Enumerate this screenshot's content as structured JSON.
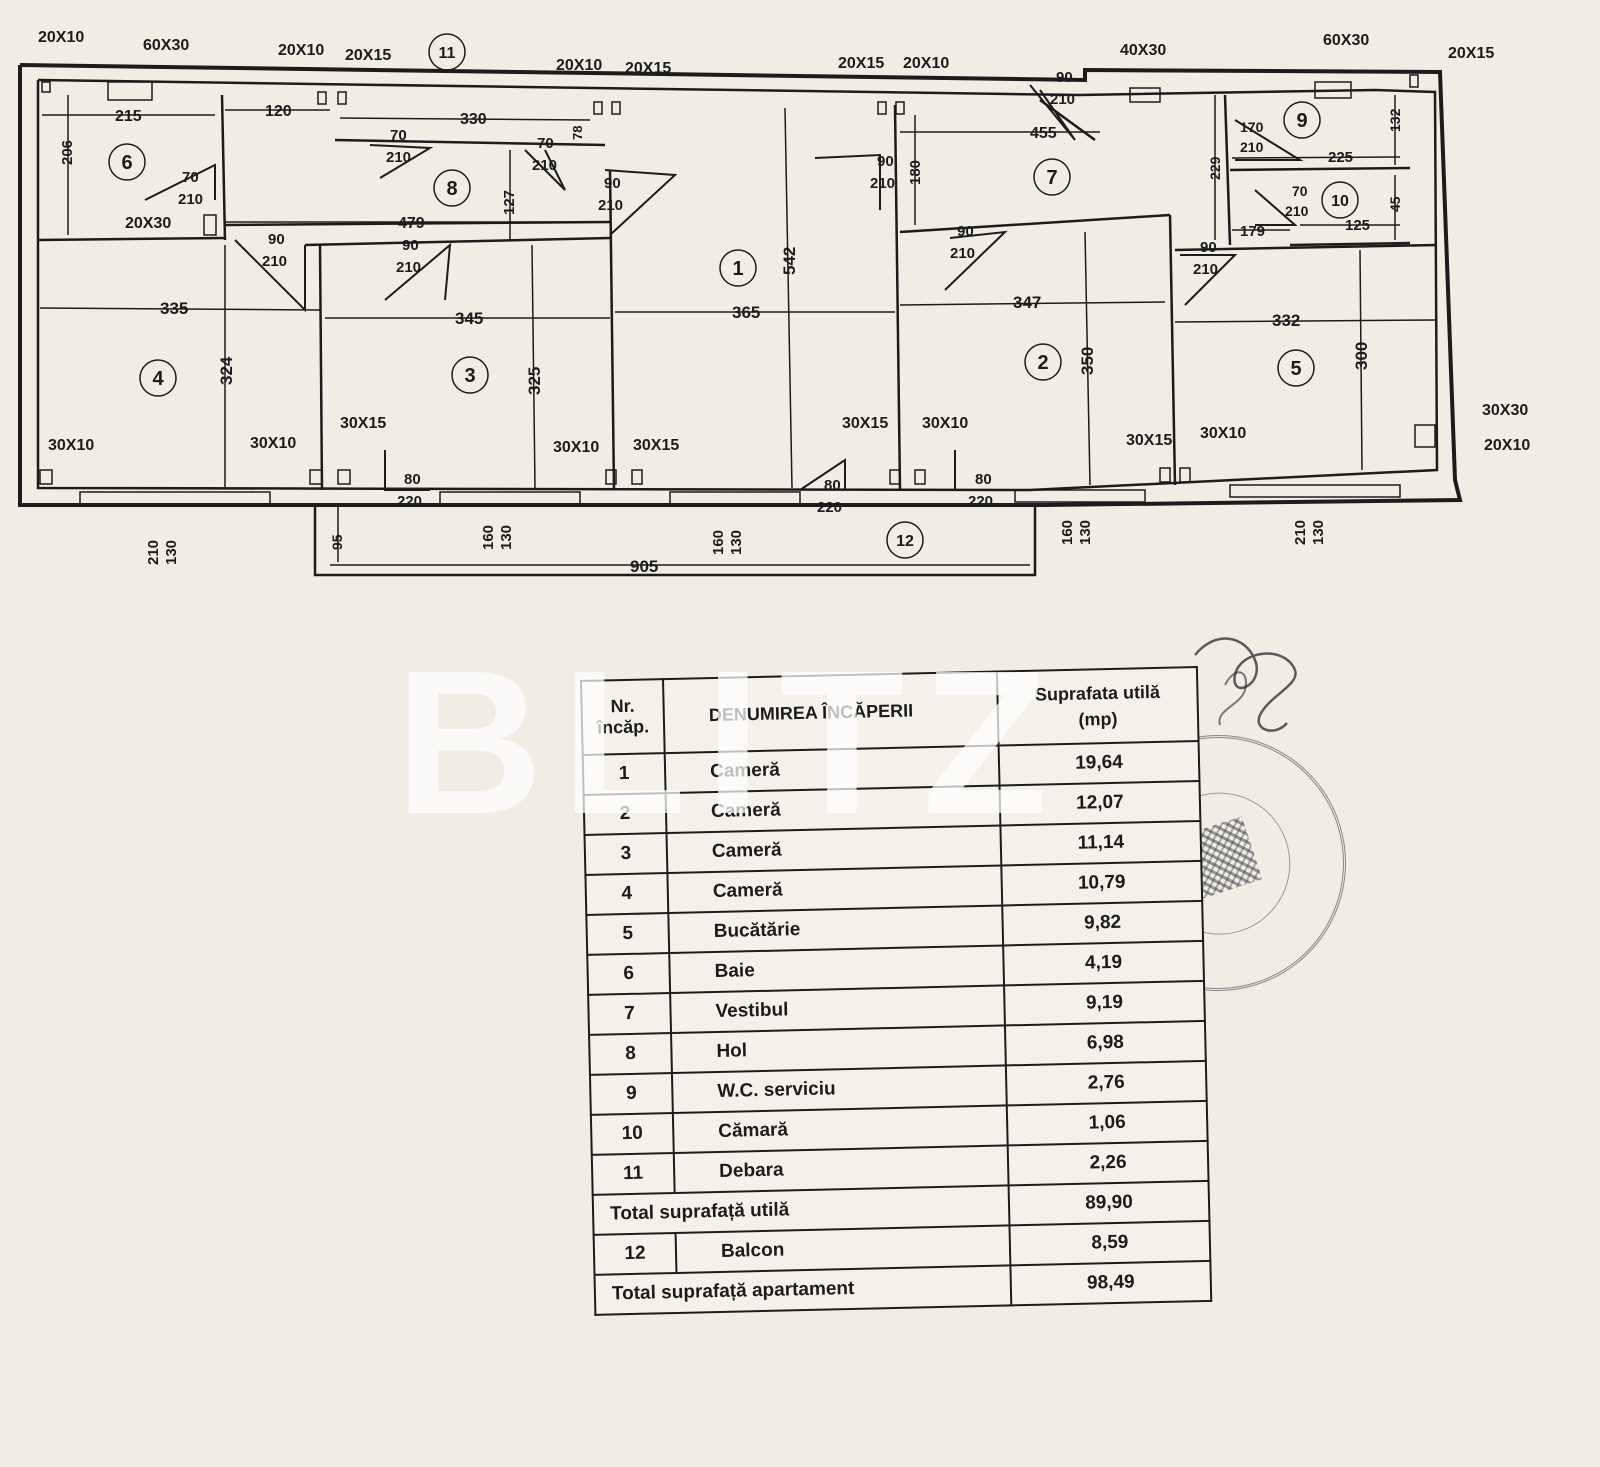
{
  "plan": {
    "rooms": [
      {
        "id": "room-1",
        "number": "1"
      },
      {
        "id": "room-2",
        "number": "2"
      },
      {
        "id": "room-3",
        "number": "3"
      },
      {
        "id": "room-4",
        "number": "4"
      },
      {
        "id": "room-5",
        "number": "5"
      },
      {
        "id": "room-6",
        "number": "6"
      },
      {
        "id": "room-7",
        "number": "7"
      },
      {
        "id": "room-8",
        "number": "8"
      },
      {
        "id": "room-9",
        "number": "9"
      },
      {
        "id": "room-10",
        "number": "10"
      },
      {
        "id": "room-11",
        "number": "11"
      },
      {
        "id": "room-12",
        "number": "12"
      }
    ],
    "dims": {
      "d_335": "335",
      "d_345": "345",
      "d_365": "365",
      "d_347": "347",
      "d_332": "332",
      "d_324": "324",
      "d_325": "325",
      "d_542": "542",
      "d_350": "350",
      "d_300": "300",
      "d_215": "215",
      "d_120": "120",
      "d_330": "330",
      "d_479": "479",
      "d_455": "455",
      "d_225": "225",
      "d_179": "179",
      "d_125": "125",
      "d_206": "206",
      "d_127": "127",
      "d_180": "180",
      "d_229": "229",
      "d_132": "132",
      "d_45": "45",
      "d_78": "78",
      "d_905": "905",
      "d_95": "95"
    },
    "doors": {
      "p1_top": "70",
      "p1_bot": "210",
      "p2_top": "70",
      "p2_bot": "210",
      "p3_top": "90",
      "p3_bot": "210",
      "p4_top": "90",
      "p4_bot": "210",
      "p5_top": "70",
      "p5_bot": "210",
      "p6_top": "90",
      "p6_bot": "210",
      "p7_top": "90",
      "p7_bot": "210",
      "p8_top": "90",
      "p8_bot": "210",
      "p9_top": "90",
      "p9_bot": "210",
      "p10_top": "170",
      "p10_bot": "210",
      "p11_top": "70",
      "p11_bot": "210",
      "p12_top": "90",
      "p12_bot": "210",
      "e1_top": "80",
      "e1_bot": "220",
      "e2_top": "80",
      "e2_bot": "220",
      "e3_top": "80",
      "e3_bot": "220"
    },
    "windows": {
      "w1_top": "210",
      "w1_bot": "130",
      "w2_top": "160",
      "w2_bot": "130",
      "w3_top": "160",
      "w3_bot": "130",
      "w4_top": "160",
      "w4_bot": "130",
      "w5_top": "210",
      "w5_bot": "130"
    },
    "ducts": {
      "t1": "20X10",
      "t2": "60X30",
      "t3": "20X10",
      "t4": "20X15",
      "t5": "20X10",
      "t6": "20X15",
      "t7": "20X15",
      "t8": "20X10",
      "t9": "40X30",
      "t10": "60X30",
      "t11": "20X15",
      "t12": "20X30",
      "b1": "30X10",
      "b2": "30X10",
      "b3": "30X15",
      "b4": "30X10",
      "b5": "30X15",
      "b6": "30X15",
      "b7": "30X10",
      "b8": "30X15",
      "b9": "30X10",
      "r1": "30X30",
      "r2": "20X10"
    }
  },
  "table": {
    "headers": {
      "nr_line1": "Nr.",
      "nr_line2": "încăp.",
      "name": "DENUMIREA ÎNCĂPERII",
      "area_line1": "Suprafata utilă",
      "area_line2": "(mp)"
    },
    "rows": [
      {
        "nr": "1",
        "name": "Cameră",
        "area": "19,64"
      },
      {
        "nr": "2",
        "name": "Cameră",
        "area": "12,07"
      },
      {
        "nr": "3",
        "name": "Cameră",
        "area": "11,14"
      },
      {
        "nr": "4",
        "name": "Cameră",
        "area": "10,79"
      },
      {
        "nr": "5",
        "name": "Bucătărie",
        "area": "9,82"
      },
      {
        "nr": "6",
        "name": "Baie",
        "area": "4,19"
      },
      {
        "nr": "7",
        "name": "Vestibul",
        "area": "9,19"
      },
      {
        "nr": "8",
        "name": "Hol",
        "area": "6,98"
      },
      {
        "nr": "9",
        "name": "W.C. serviciu",
        "area": "2,76"
      },
      {
        "nr": "10",
        "name": "Cămară",
        "area": "1,06"
      },
      {
        "nr": "11",
        "name": "Debara",
        "area": "2,26"
      }
    ],
    "total_util": {
      "label": "Total suprafață utilă",
      "area": "89,90"
    },
    "balcony": {
      "nr": "12",
      "name": "Balcon",
      "area": "8,59"
    },
    "total_apartment": {
      "label": "Total suprafață apartament",
      "area": "98,49"
    }
  },
  "watermark": "BLITZ",
  "colors": {
    "paper": "#efede4",
    "ink": "#1c1c1c"
  }
}
